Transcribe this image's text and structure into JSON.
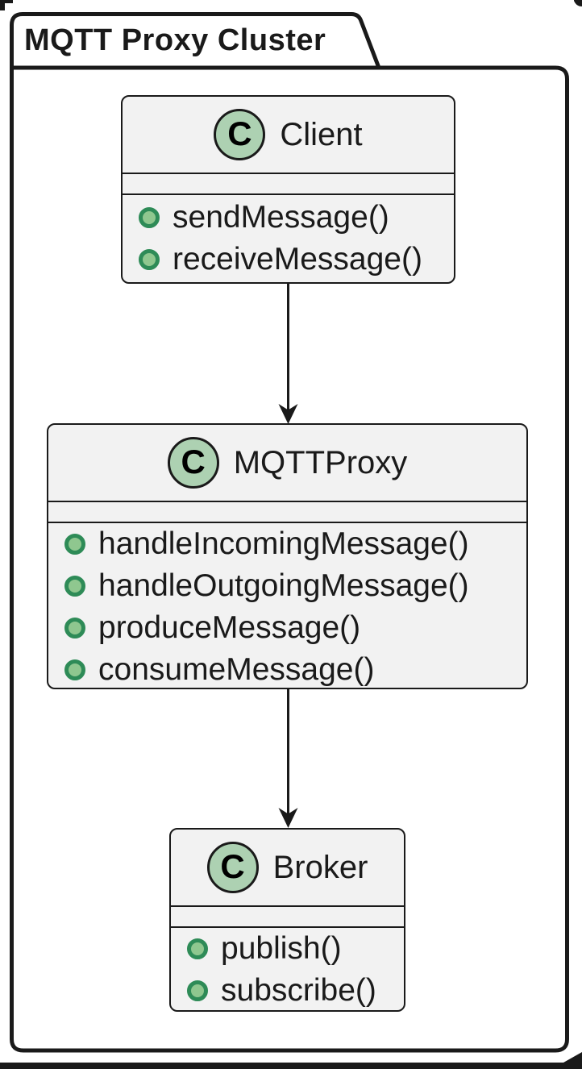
{
  "diagram": {
    "type": "uml-class-diagram",
    "package": {
      "title": "MQTT Proxy Cluster"
    },
    "classes": [
      {
        "stereotype": "C",
        "name": "Client",
        "fields": [],
        "methods": [
          "sendMessage()",
          "receiveMessage()"
        ]
      },
      {
        "stereotype": "C",
        "name": "MQTTProxy",
        "fields": [],
        "methods": [
          "handleIncomingMessage()",
          "handleOutgoingMessage()",
          "produceMessage()",
          "consumeMessage()"
        ]
      },
      {
        "stereotype": "C",
        "name": "Broker",
        "fields": [],
        "methods": [
          "publish()",
          "subscribe()"
        ]
      }
    ],
    "relations": [
      {
        "from": "Client",
        "to": "MQTTProxy",
        "style": "solid-arrow"
      },
      {
        "from": "MQTTProxy",
        "to": "Broker",
        "style": "solid-arrow"
      }
    ]
  },
  "colors": {
    "ink": "#1a1a1a",
    "box-fill": "#f2f2f2",
    "circle-fill": "#ADD1B2",
    "bullet-ring": "#2E8B57",
    "bullet-fill": "#8FC78F",
    "bg": "#ffffff"
  }
}
